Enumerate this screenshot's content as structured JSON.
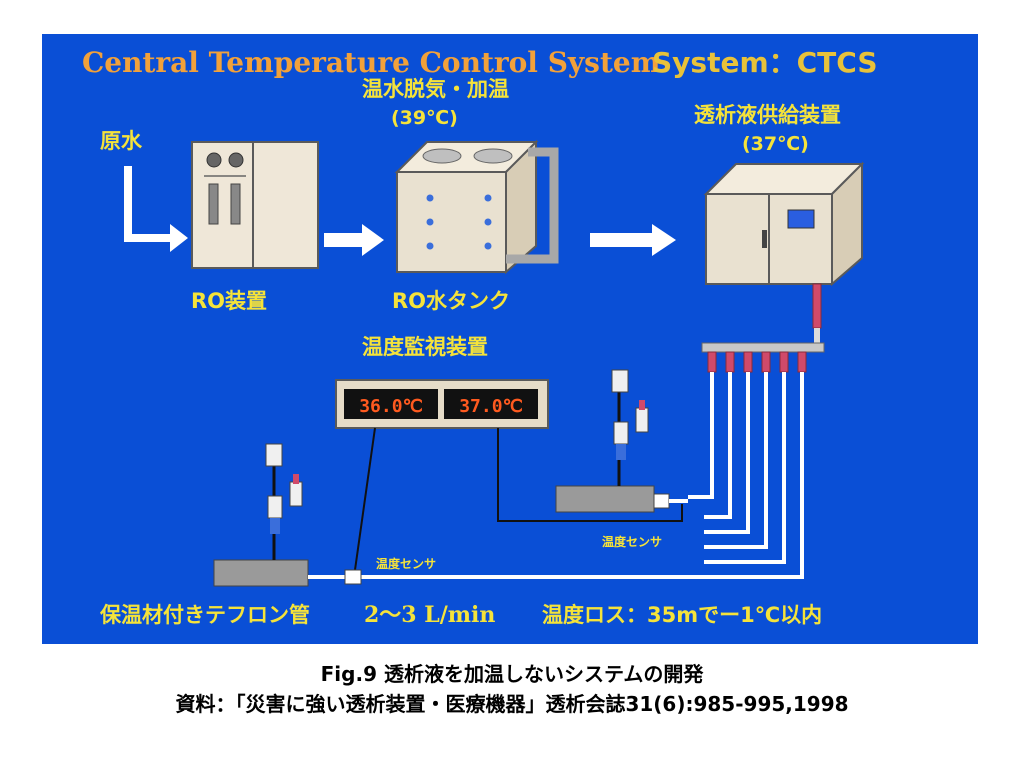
{
  "title": "Central Temperature Control System",
  "title_suffix": "System：CTCS",
  "labels": {
    "raw_water": "原水",
    "degas_heat": "温水脱気・加温",
    "degas_temp": "(39℃)",
    "supply_unit": "透析液供給装置",
    "supply_temp": "(37℃)",
    "ro_unit": "RO装置",
    "ro_tank": "RO水タンク",
    "monitor": "温度監視装置",
    "sensor_right": "温度センサ",
    "sensor_left": "温度センサ",
    "pipe": "保温材付きテフロン管",
    "flow": "2～3 L/min",
    "loss": "温度ロス：35mでー1℃以内"
  },
  "readouts": [
    "36.0℃",
    "37.0℃"
  ],
  "colors": {
    "background": "#0a4fd6",
    "title": "#f2a13a",
    "label": "#f5e33a",
    "title_right": "#e8c23a",
    "readout": "#ff5a1f"
  },
  "caption": {
    "line1": "Fig.9 透析液を加温しないシステムの開発",
    "line2": "資料：「災害に強い透析装置・医療機器」透析会誌31(6):985-995,1998"
  }
}
